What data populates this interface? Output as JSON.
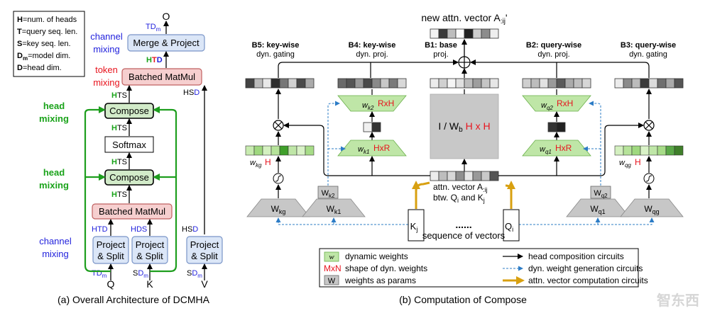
{
  "left": {
    "legend": [
      {
        "key": "H",
        "text": "=num. of heads"
      },
      {
        "key": "T",
        "text": "=query seq. len."
      },
      {
        "key": "S",
        "text": "=key seq. len."
      },
      {
        "key": "D",
        "sub": "m",
        "text": "=model dim."
      },
      {
        "key": "D",
        "text": "=head dim."
      }
    ],
    "labels": {
      "channel_mixing_top_1": "channel",
      "channel_mixing_top_2": "mixing",
      "token_mixing_1": "token",
      "token_mixing_2": "mixing",
      "head_mixing_1a": "head",
      "head_mixing_1b": "mixing",
      "head_mixing_2a": "head",
      "head_mixing_2b": "mixing",
      "channel_mixing_bot_1": "channel",
      "channel_mixing_bot_2": "mixing"
    },
    "boxes": {
      "merge_project": "Merge & Project",
      "batched_matmul_top": "Batched MatMul",
      "compose_top": "Compose",
      "softmax": "Softmax",
      "compose_mid": "Compose",
      "batched_matmul_bot": "Batched MatMul",
      "ps_q_1": "Project",
      "ps_q_2": "& Split",
      "ps_k_1": "Project",
      "ps_k_2": "& Split",
      "ps_v_1": "Project",
      "ps_v_2": "& Split"
    },
    "inputs": {
      "q": "Q",
      "k": "K",
      "v": "V",
      "o": "O"
    },
    "caption": "(a) Overall Architecture of DCMHA"
  },
  "right": {
    "title": "new attn. vector A",
    "title_sub": ":ij",
    "title_prime": "'",
    "b5_1": "B5: key-wise",
    "b5_2": "dyn. gating",
    "b4_1": "B4: key-wise",
    "b4_2": "dyn. proj.",
    "b1_1": "B1: base",
    "b1_2": "proj.",
    "b2_1": "B2: query-wise",
    "b2_2": "dyn. proj.",
    "b3_1": "B3: query-wise",
    "b3_2": "dyn. gating",
    "center_box": "I / W",
    "center_sub": "b",
    "center_dim": "H x H",
    "rxh": "RxH",
    "hxr": "HxR",
    "h": "H",
    "attn_1": "attn. vector A",
    "attn_1_sub": ":ij",
    "attn_2": "btw. Q",
    "attn_2_sub": "i",
    "attn_2b": " and K",
    "attn_2b_sub": "j",
    "seq": "sequence of vectors",
    "dots": "......",
    "kj": "K",
    "kj_sub": "j",
    "qi": "Q",
    "qi_sub": "i",
    "legend_left": [
      {
        "sym": "w",
        "text": "dynamic weights"
      },
      {
        "sym": "MxN",
        "text": "shape of dyn. weights"
      },
      {
        "sym": "W",
        "text": "weights as params"
      }
    ],
    "legend_right": [
      "head composition circuits",
      "dyn. weight generation circuits",
      "attn. vector computation circuits"
    ],
    "caption": "(b) Computation of Compose",
    "watermark": "智东西"
  },
  "colors": {
    "blue_text": "#1f1fdc",
    "red_text": "#e8141e",
    "green_text": "#1aa31a",
    "green_line": "#1e9e1e",
    "red_box_fill": "#f6cfcf",
    "red_box_stroke": "#c06060",
    "blue_box_fill": "#dbe6f7",
    "blue_box_stroke": "#7a95c8",
    "green_box_fill": "#d2ebc9",
    "trap_green_fill": "#bfe6a7",
    "grey_trap": "#c7c7c7",
    "dashed_blue": "#2c7cc6",
    "orange": "#d8a010"
  }
}
